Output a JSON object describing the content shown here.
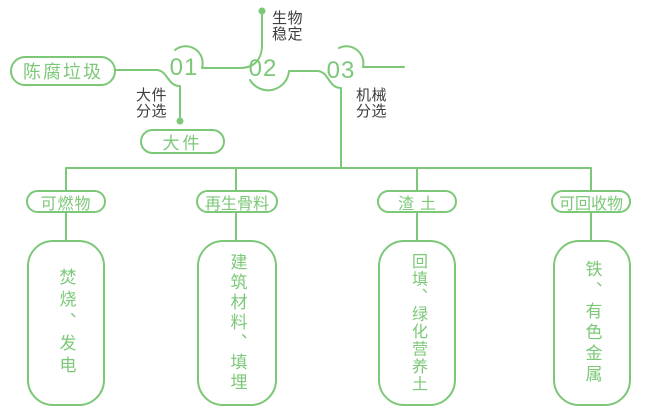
{
  "palette": {
    "accent_green": "#7CC878",
    "label_dark": "#3E3E3E",
    "background": "#FFFFFF"
  },
  "flow": {
    "source_label": "陈腐垃圾",
    "steps": [
      {
        "num": "01",
        "process_lines": [
          "大件",
          "分选"
        ],
        "output_label": "大件"
      },
      {
        "num": "02",
        "process_lines": [
          "生物",
          "稳定"
        ]
      },
      {
        "num": "03",
        "process_lines": [
          "机械",
          "分选"
        ]
      }
    ]
  },
  "branches": [
    {
      "category": "可燃物",
      "disposal": "焚烧、发电"
    },
    {
      "category": "再生骨料",
      "disposal": "建筑材料、填埋"
    },
    {
      "category": "渣土",
      "disposal": "回填、绿化营养土"
    },
    {
      "category": "可回收物",
      "disposal": "铁、有色金属"
    }
  ]
}
